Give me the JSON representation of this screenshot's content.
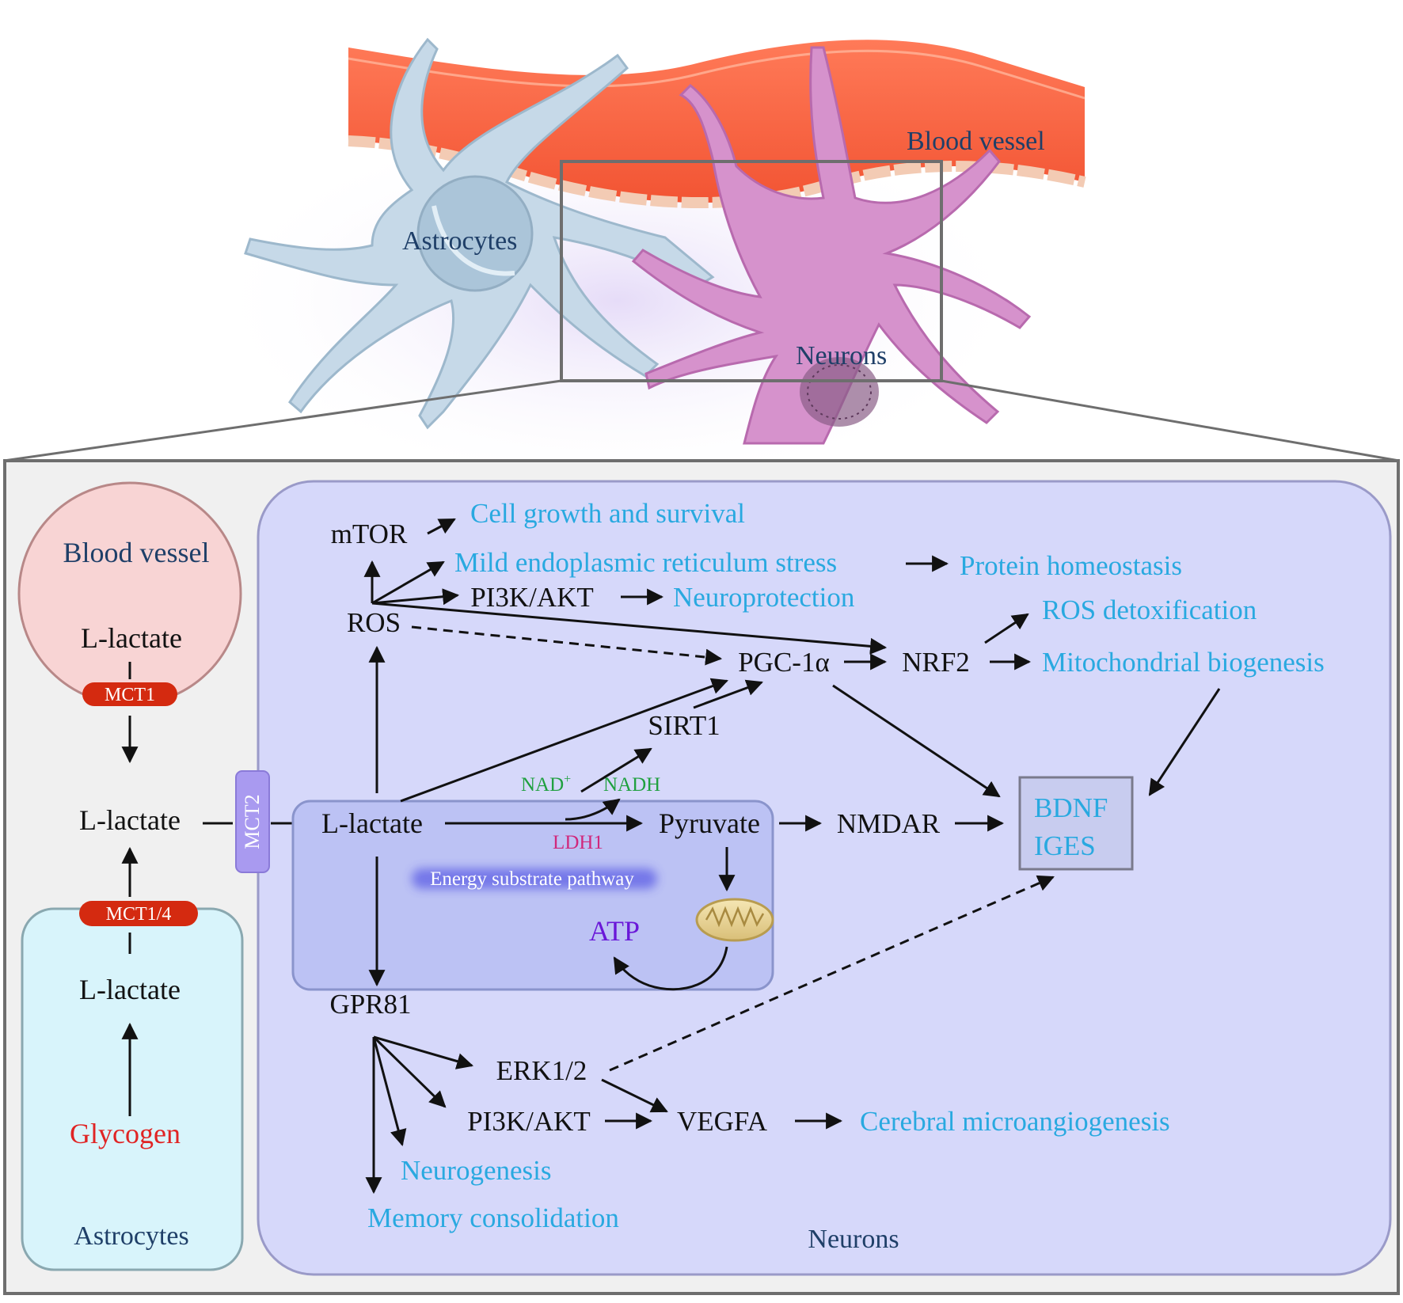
{
  "colors": {
    "info_blue": "#29a9e0",
    "label_navy": "#1f3f68",
    "glycogen_red": "#e02424",
    "transporter_red": "#d42a10",
    "nad_green": "#20a040",
    "ldh_pink": "#d0287c",
    "atp_purple": "#6a18d8",
    "neuron_panel": "#d6d8fa",
    "astro_panel": "#d8f4fb",
    "vessel_panel": "#f8d4d4",
    "mct2_purple": "#a99af0"
  },
  "illustration": {
    "blood_vessel": "Blood vessel",
    "astrocytes": "Astrocytes",
    "neurons": "Neurons"
  },
  "vessel_box": {
    "title": "Blood vessel",
    "lactate": "L-lactate",
    "transporter": "MCT1"
  },
  "extracellular": {
    "lactate": "L-lactate",
    "transporter": "MCT2"
  },
  "astro_box": {
    "transporter": "MCT1/4",
    "lactate": "L-lactate",
    "glycogen": "Glycogen",
    "title": "Astrocytes"
  },
  "neuron_box": {
    "title": "Neurons",
    "energy_pathway": {
      "label": "Energy substrate pathway",
      "lactate": "L-lactate",
      "pyruvate": "Pyruvate",
      "enzyme": "LDH1",
      "nad": "NAD",
      "nad_sup": "+",
      "nadh": "NADH",
      "atp": "ATP"
    },
    "nodes": {
      "mtor": "mTOR",
      "ros": "ROS",
      "pi3k_top": "PI3K/AKT",
      "pgc": "PGC-1α",
      "nrf2": "NRF2",
      "sirt1": "SIRT1",
      "nmdar": "NMDAR",
      "gpr81": "GPR81",
      "erk": "ERK1/2",
      "pi3k_bottom": "PI3K/AKT",
      "vegfa": "VEGFA",
      "bdnf": "BDNF",
      "iges": "IGES"
    },
    "outcomes": {
      "cell_growth": "Cell growth and survival",
      "er_stress": "Mild endoplasmic reticulum stress",
      "protein_homeostasis": "Protein homeostasis",
      "neuroprotection": "Neuroprotection",
      "ros_detox": "ROS detoxification",
      "mito_biogenesis": "Mitochondrial biogenesis",
      "microangiogenesis": "Cerebral microangiogenesis",
      "neurogenesis": "Neurogenesis",
      "memory": "Memory consolidation"
    }
  }
}
